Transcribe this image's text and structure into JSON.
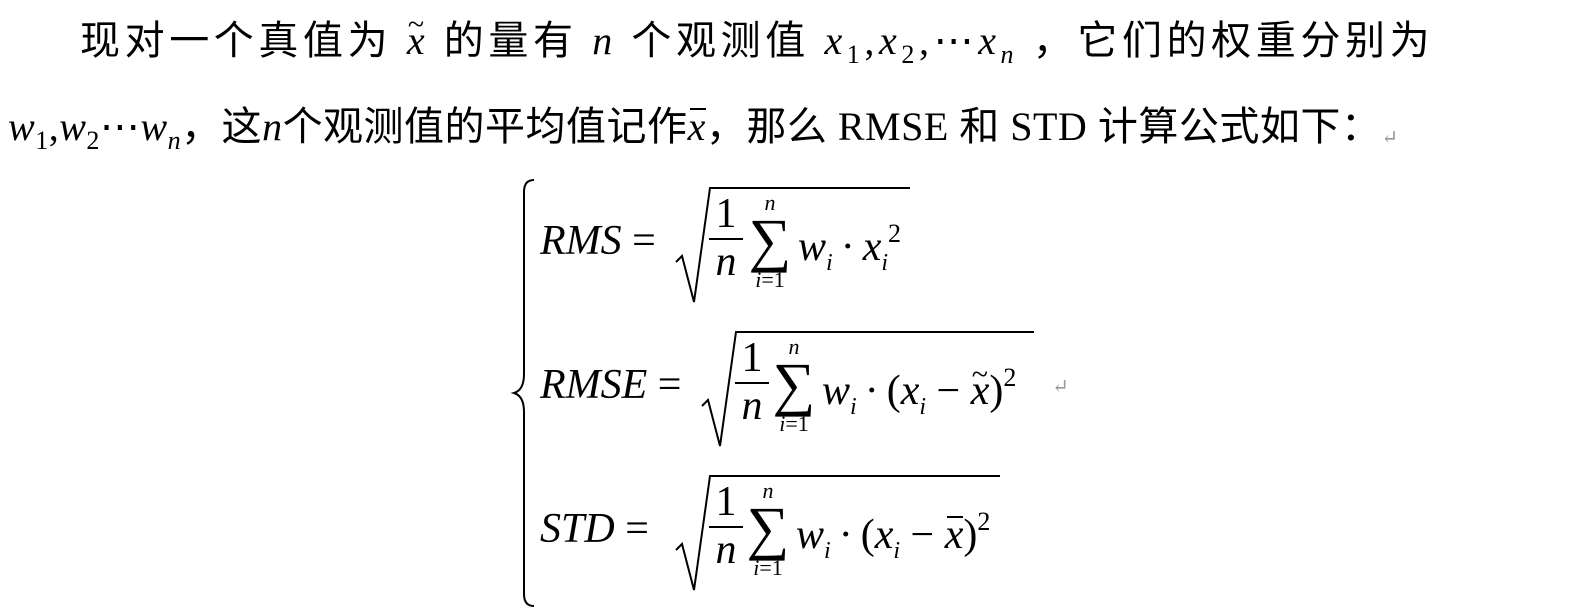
{
  "paragraph": {
    "line1": {
      "t1": "现对一个真值为",
      "xtilde": "x",
      "t2": "的量有",
      "n": "n",
      "t3": "个观测值",
      "x": "x",
      "s1": "1",
      "comma": ",",
      "s2": "2",
      "dots": ",⋯",
      "sn": "n",
      "t4": "，它们的权重分别为"
    },
    "line2": {
      "w": "w",
      "s1": "1",
      "comma": ",",
      "s2": "2",
      "dots": "⋯",
      "sn": "n",
      "t1": "，这",
      "n": "n",
      "t2": "个观测值的平均值记作",
      "xbar": "x",
      "t3": "，那么 RMSE 和 STD 计算公式如下：",
      "mark": "↵"
    }
  },
  "formulas": [
    {
      "lhs": "RMS",
      "eq": " = ",
      "frac_num": "1",
      "frac_den": "n",
      "sum_top": "n",
      "sum_sym": "∑",
      "sum_bot_var": "i",
      "sum_bot_rest": "=1",
      "w": "w",
      "wi": "i",
      "dot": "·",
      "x": "x",
      "xi": "i",
      "pow": "2"
    },
    {
      "lhs": "RMSE",
      "eq": " = ",
      "frac_num": "1",
      "frac_den": "n",
      "sum_top": "n",
      "sum_sym": "∑",
      "sum_bot_var": "i",
      "sum_bot_rest": "=1",
      "w": "w",
      "wi": "i",
      "dot": "·",
      "open": "(",
      "x": "x",
      "xi": "i",
      "minus": " − ",
      "ref": "x",
      "close": ")",
      "pow": "2",
      "mark": "↵"
    },
    {
      "lhs": "STD",
      "eq": " = ",
      "frac_num": "1",
      "frac_den": "n",
      "sum_top": "n",
      "sum_sym": "∑",
      "sum_bot_var": "i",
      "sum_bot_rest": "=1",
      "w": "w",
      "wi": "i",
      "dot": "·",
      "open": "(",
      "x": "x",
      "xi": "i",
      "minus": " − ",
      "ref": "x",
      "close": ")",
      "pow": "2"
    }
  ]
}
